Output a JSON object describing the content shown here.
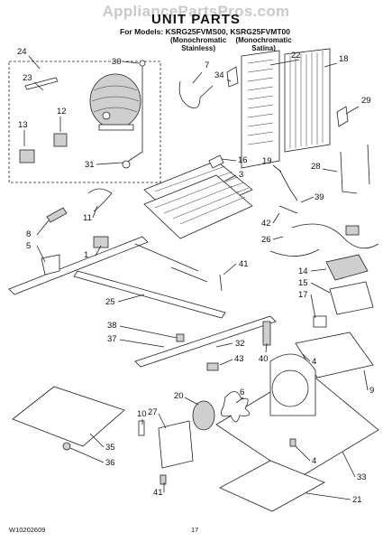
{
  "watermark": "AppliancePartsPros.com",
  "title": "UNIT PARTS",
  "models_line": "For Models: KSRG25FVMS00, KSRG25FVMT00",
  "variants": [
    {
      "line1": "(Monochromatic",
      "line2": "Stainless)"
    },
    {
      "line1": "(Monochromatic",
      "line2": "Satina)"
    }
  ],
  "footer": {
    "doc_number": "W10202609",
    "page": "17"
  },
  "callouts": [
    "24",
    "23",
    "13",
    "12",
    "30",
    "7",
    "34",
    "22",
    "18",
    "29",
    "16",
    "3",
    "31",
    "19",
    "28",
    "11",
    "8",
    "5",
    "1",
    "39",
    "42",
    "26",
    "14",
    "15",
    "17",
    "41",
    "25",
    "38",
    "37",
    "32",
    "40",
    "4",
    "43",
    "20",
    "10",
    "27",
    "6",
    "9",
    "35",
    "36",
    "33",
    "41b",
    "4b",
    "21"
  ],
  "labels": {
    "24": "24",
    "23": "23",
    "13": "13",
    "12": "12",
    "30": "30",
    "7": "7",
    "34": "34",
    "22": "22",
    "18": "18",
    "29": "29",
    "16": "16",
    "3": "3",
    "31": "31",
    "19": "19",
    "28": "28",
    "11": "11",
    "8": "8",
    "5": "5",
    "1": "1",
    "39": "39",
    "42": "42",
    "26": "26",
    "14": "14",
    "15": "15",
    "17": "17",
    "41": "41",
    "25": "25",
    "38": "38",
    "37": "37",
    "32": "32",
    "40": "40",
    "4": "4",
    "43": "43",
    "20": "20",
    "10": "10",
    "27": "27",
    "6": "6",
    "9": "9",
    "35": "35",
    "36": "36",
    "33": "33",
    "41b": "41",
    "4b": "4",
    "21": "21"
  }
}
